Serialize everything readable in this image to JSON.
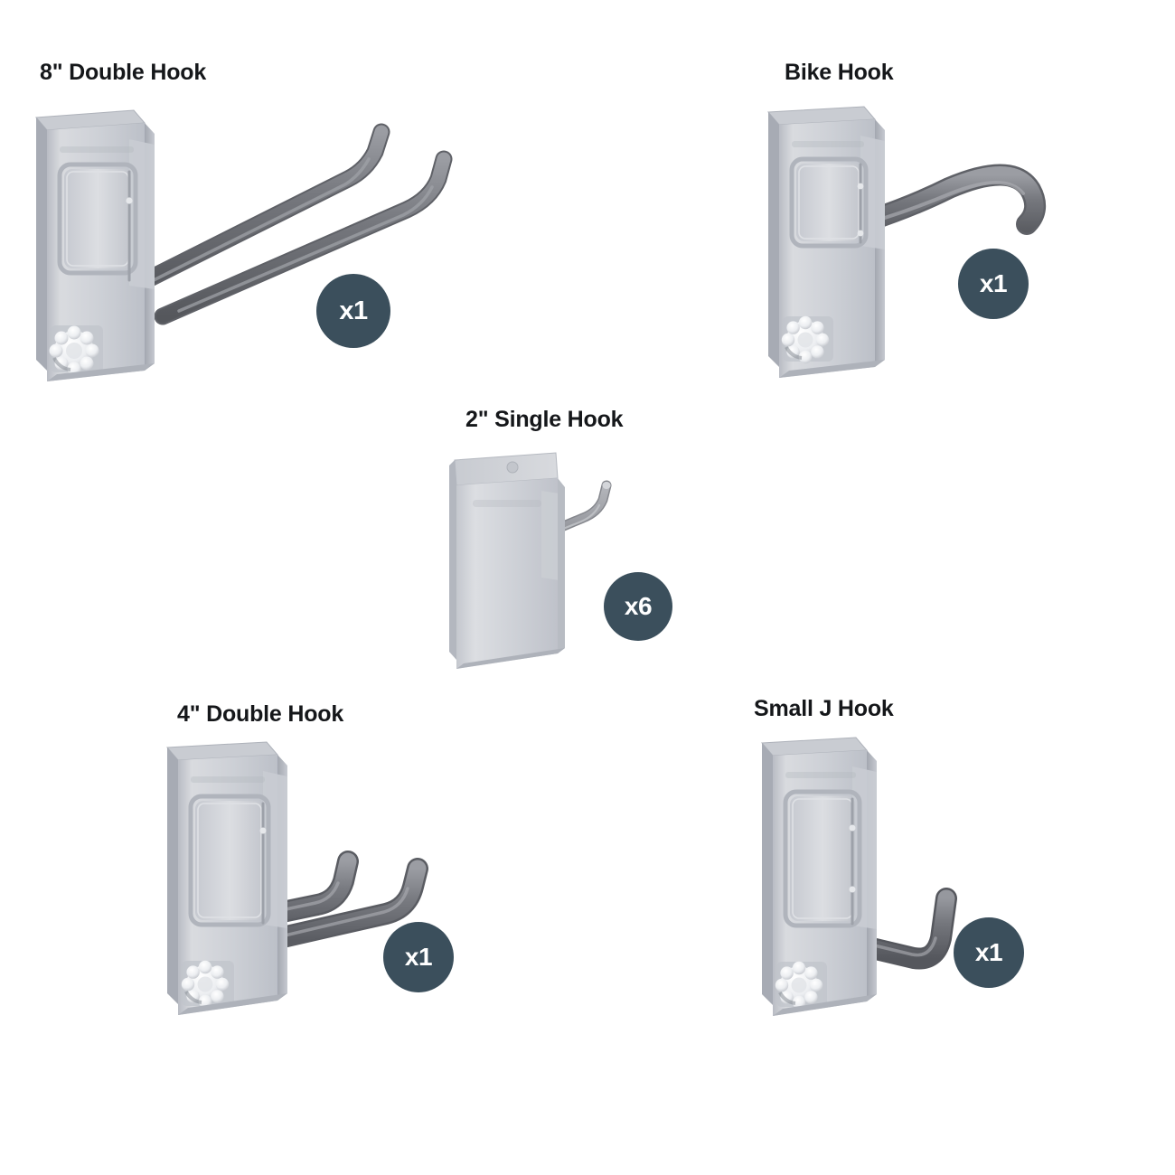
{
  "page": {
    "background_color": "#ffffff",
    "title_color": "#15171a",
    "badge_color": "#3b4f5c",
    "badge_text_color": "#ffffff",
    "plate_color_light": "#d8dade",
    "plate_color_mid": "#c3c6cd",
    "plate_color_dark": "#a9adb6",
    "plate_edge": "#9398a2",
    "rod_color": "#77797f",
    "rod_color_dark": "#5c5e64",
    "rod_highlight": "#a7a9ae",
    "knob_color": "#f2f3f5"
  },
  "products": [
    {
      "id": "double-hook-8in",
      "title": "8\" Double Hook",
      "quantity_label": "x1",
      "quantity": 1,
      "arms": 2,
      "arm_style": "long-angled-up"
    },
    {
      "id": "bike-hook",
      "title": "Bike Hook",
      "quantity_label": "x1",
      "quantity": 1,
      "arms": 1,
      "arm_style": "curved-j-down"
    },
    {
      "id": "single-hook-2in",
      "title": "2\" Single Hook",
      "quantity_label": "x6",
      "quantity": 6,
      "arms": 1,
      "arm_style": "straight-thin-up"
    },
    {
      "id": "double-hook-4in",
      "title": "4\" Double Hook",
      "quantity_label": "x1",
      "quantity": 1,
      "arms": 2,
      "arm_style": "short-upturned"
    },
    {
      "id": "small-j-hook",
      "title": "Small J Hook",
      "quantity_label": "x1",
      "quantity": 1,
      "arms": 1,
      "arm_style": "short-j"
    }
  ]
}
